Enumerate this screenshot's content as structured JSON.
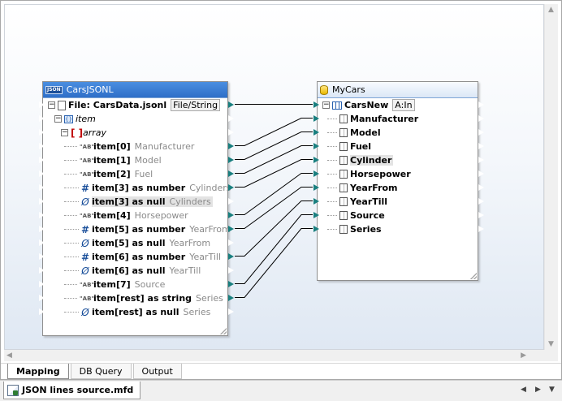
{
  "source": {
    "title": "CarsJSONL",
    "file_label": "File: CarsData.jsonl",
    "file_button": "File/String",
    "item_label": "item",
    "array_label": "array",
    "rows": [
      {
        "name": "item[0]",
        "tail": "Manufacturer",
        "type": "string"
      },
      {
        "name": "item[1]",
        "tail": "Model",
        "type": "string"
      },
      {
        "name": "item[2]",
        "tail": "Fuel",
        "type": "string"
      },
      {
        "name": "item[3] as number",
        "tail": "Cylinders",
        "type": "number"
      },
      {
        "name": "item[3] as null",
        "tail": "Cylinders",
        "type": "null",
        "highlight": true
      },
      {
        "name": "item[4]",
        "tail": "Horsepower",
        "type": "string"
      },
      {
        "name": "item[5] as number",
        "tail": "YearFrom",
        "type": "number"
      },
      {
        "name": "item[5] as null",
        "tail": "YearFrom",
        "type": "null"
      },
      {
        "name": "item[6] as number",
        "tail": "YearTill",
        "type": "number"
      },
      {
        "name": "item[6] as null",
        "tail": "YearTill",
        "type": "null"
      },
      {
        "name": "item[7]",
        "tail": "Source",
        "type": "string"
      },
      {
        "name": "item[rest] as string",
        "tail": "Series",
        "type": "string"
      },
      {
        "name": "item[rest] as null",
        "tail": "Series",
        "type": "null"
      }
    ]
  },
  "target": {
    "title": "MyCars",
    "table_label": "CarsNew",
    "table_button": "A:In",
    "columns": [
      "Manufacturer",
      "Model",
      "Fuel",
      "Cylinder",
      "Horsepower",
      "YearFrom",
      "YearTill",
      "Source",
      "Series"
    ]
  },
  "connections": [
    {
      "from": "file",
      "to": "table"
    },
    {
      "from": "item[0]",
      "to": "Manufacturer"
    },
    {
      "from": "item[1]",
      "to": "Model"
    },
    {
      "from": "item[2]",
      "to": "Fuel"
    },
    {
      "from": "item[3] as number",
      "to": "Cylinder"
    },
    {
      "from": "item[4]",
      "to": "Horsepower"
    },
    {
      "from": "item[5] as number",
      "to": "YearFrom"
    },
    {
      "from": "item[6] as number",
      "to": "YearTill"
    },
    {
      "from": "item[7]",
      "to": "Source"
    },
    {
      "from": "item[rest] as string",
      "to": "Series"
    }
  ],
  "tabs": [
    "Mapping",
    "DB Query",
    "Output"
  ],
  "active_tab": "Mapping",
  "document_tab": "JSON lines source.mfd",
  "icons": {
    "source_badge": "json-icon",
    "target_badge": "database-icon",
    "nav": [
      "tab-scroll-left-icon",
      "tab-scroll-right-icon",
      "tab-list-icon"
    ]
  },
  "colors": {
    "source_header": "#2f6fc8",
    "connection_line": "#000000",
    "connected_pin": "#1a8080"
  }
}
